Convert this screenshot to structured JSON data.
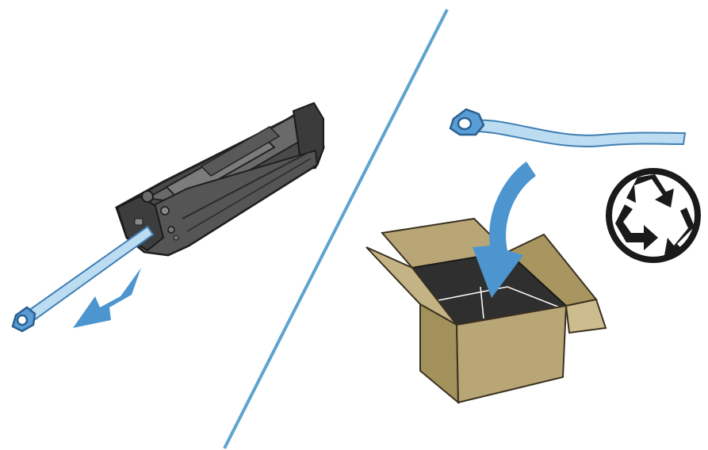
{
  "illustration": {
    "left_panel": {
      "objects": [
        "toner-cartridge",
        "sealing-tape-pull-tab",
        "pull-direction-arrow"
      ]
    },
    "right_panel": {
      "objects": [
        "removed-sealing-tape",
        "insert-arrow",
        "open-shipping-box",
        "recycle-symbol"
      ]
    },
    "icons": [
      "recycle-icon",
      "arrow-icon"
    ],
    "colors": {
      "divider": "#5fa3cf",
      "tape_fill": "#bcdcf2",
      "tape_stroke": "#3f7fb4",
      "arrow": "#4c95cf",
      "cartridge_dark": "#3a3a3a",
      "cartridge_mid": "#5c5c5c",
      "cartridge_light": "#8c8c8c",
      "box": "#b9a677",
      "box_dark": "#8e7d52",
      "box_inside": "#2f2f2f",
      "recycle": "#1a1a1a"
    }
  }
}
